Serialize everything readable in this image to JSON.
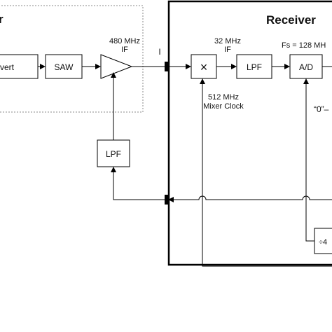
{
  "transmitter": {
    "title_fragment": "r"
  },
  "receiver": {
    "title": "Receiver"
  },
  "blocks": {
    "convert": "vert",
    "saw": "SAW",
    "lpf_feedback": "LPF",
    "mixer": "×",
    "lpf_receiver": "LPF",
    "adc": "A/D",
    "divider": "÷4"
  },
  "labels": {
    "if480_line1": "480 MHz",
    "if480_line2": "IF",
    "i_channel": "I",
    "if32_line1": "32 MHz",
    "if32_line2": "IF",
    "fs": "Fs = 128 MH",
    "mixer_clock_line1": "512 MHz",
    "mixer_clock_line2": "Mixer Clock",
    "zero_label": "“0”–"
  }
}
